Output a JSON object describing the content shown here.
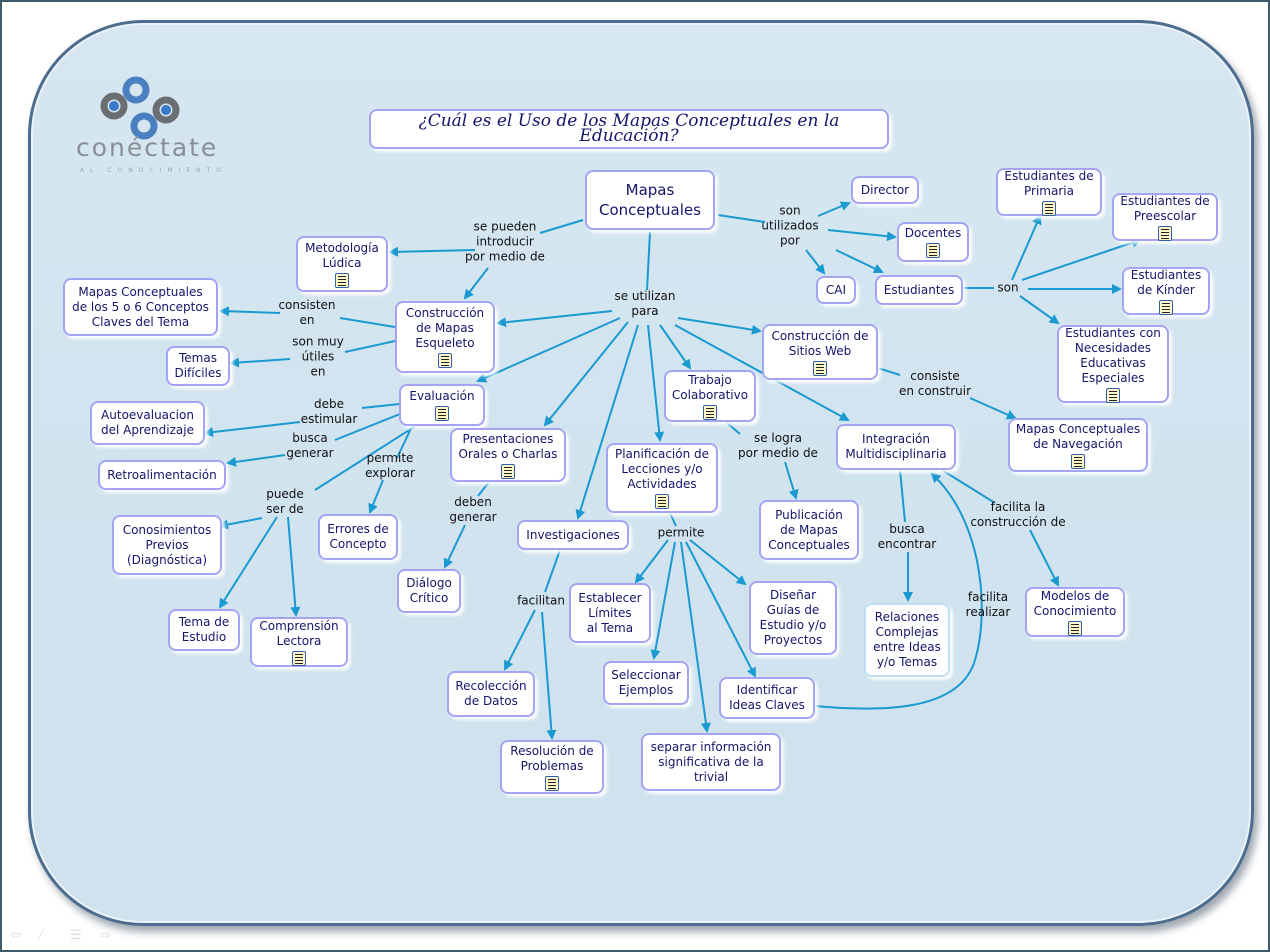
{
  "logo": {
    "name": "conéctate",
    "tagline": "AL CONOCIMIENTO"
  },
  "title": "¿Cuál es el Uso de los Mapas Conceptuales en la Educación?",
  "colors": {
    "node_border": "#a4a4f2",
    "edge": "#1a9ad0",
    "panel": "#d3e5ef",
    "text": "#15156a"
  },
  "nodes": {
    "mapas": "Mapas\nConceptuales",
    "metodologia": "Metodología\nLúdica",
    "mskel": "Construcción\nde Mapas\nEsqueleto",
    "mc56": "Mapas Conceptuales\nde los 5 o 6 Conceptos\nClaves del Tema",
    "temas_dif": "Temas\nDifíciles",
    "evaluacion": "Evaluación",
    "autoeval": "Autoevaluacion\ndel Aprendizaje",
    "retro": "Retroalimentación",
    "conosim": "Conosimientos\nPrevios\n(Diagnóstica)",
    "tema_est": "Tema de\nEstudio",
    "comprension": "Comprensión\nLectora",
    "errores": "Errores de\nConcepto",
    "presentaciones": "Presentaciones\nOrales o Charlas",
    "dialogo": "Diálogo\nCrítico",
    "investigaciones": "Investigaciones",
    "recoleccion": "Recolección\nde Datos",
    "resolucion": "Resolución de\nProblemas",
    "planif": "Planificación de\nLecciones y/o\nActividades",
    "trabajo": "Trabajo\nColaborativo",
    "sitios": "Construcción de\nSitios Web",
    "publicacion": "Publicación\nde Mapas\nConceptuales",
    "establecer": "Establecer\nLímites\nal Tema",
    "seleccionar": "Seleccionar\nEjemplos",
    "disenar": "Diseñar\nGuías de\nEstudio y/o\nProyectos",
    "identificar": "Identificar\nIdeas Claves",
    "separar": "separar información\nsignificativa de la\ntrivial",
    "integracion": "Integración\nMultidisciplinaria",
    "relaciones": "Relaciones\nComplejas\nentre Ideas\ny/o Temas",
    "modelos": "Modelos de\nConocimiento",
    "mcnav": "Mapas Conceptuales\nde Navegación",
    "director": "Director",
    "docentes": "Docentes",
    "cai": "CAI",
    "estudiantes": "Estudiantes",
    "est_prim": "Estudiantes de\nPrimaria",
    "est_pre": "Estudiantes de\nPreescolar",
    "est_kin": "Estudiantes\nde Kínder",
    "est_nee": "Estudiantes con\nNecesidades\nEducativas\nEspeciales"
  },
  "links": {
    "pueden": "se pueden\nintroducir\npor medio de",
    "utilizan": "se utilizan\npara",
    "utilizados": "son\nutilizados\npor",
    "son": "son",
    "consisten": "consisten\nen",
    "utiles": "son muy\nútiles\nen",
    "estimular": "debe\nestimular",
    "busca_gen": "busca\ngenerar",
    "explorar": "permite\nexplorar",
    "puede": "puede\nser de",
    "deben": "deben\ngenerar",
    "facilitan": "facilitan",
    "permite": "permite",
    "logra": "se logra\npor medio de",
    "consiste": "consiste\nen construir",
    "encontrar": "busca\nencontrar",
    "facilita_c": "facilita la\nconstrucción de",
    "facilita_r": "facilita\nrealizar"
  }
}
